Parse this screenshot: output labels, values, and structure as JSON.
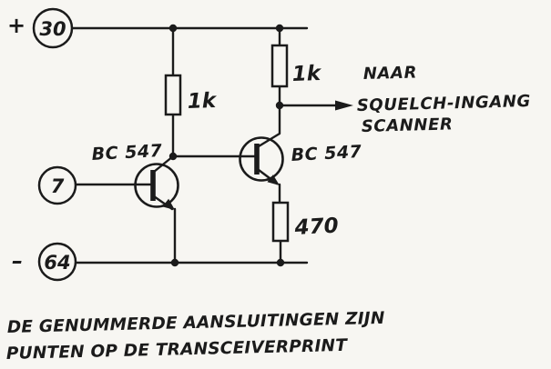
{
  "colors": {
    "ink": "#1b1b1b",
    "paper": "#f7f6f2"
  },
  "terminals": {
    "t30": {
      "value": "30",
      "polarity": "+"
    },
    "t7": {
      "value": "7"
    },
    "t64": {
      "value": "64",
      "polarity": "–"
    }
  },
  "resistors": {
    "r1": {
      "value": "1k"
    },
    "r2": {
      "value": "1k"
    },
    "r3": {
      "value": "470"
    }
  },
  "transistors": {
    "q1": {
      "label": "BC 547"
    },
    "q2": {
      "label": "BC 547"
    }
  },
  "output_note": {
    "line1": "NAAR",
    "line2": "SQUELCH-INGANG",
    "line3": "SCANNER"
  },
  "caption": {
    "line1": "DE GENUMMERDE AANSLUITINGEN ZIJN",
    "line2": "PUNTEN OP DE TRANSCEIVERPRINT"
  }
}
